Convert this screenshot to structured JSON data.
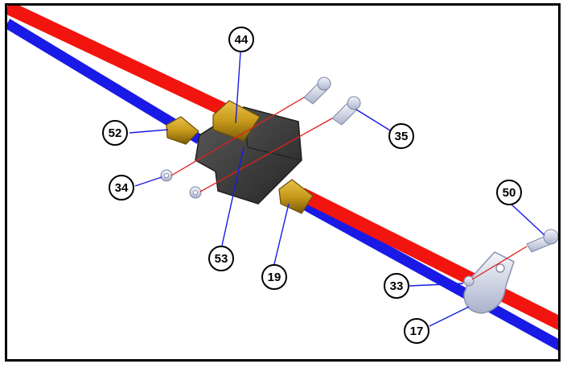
{
  "diagram": {
    "callouts": [
      {
        "id": "c44",
        "label": "44"
      },
      {
        "id": "c52",
        "label": "52"
      },
      {
        "id": "c34",
        "label": "34"
      },
      {
        "id": "c35",
        "label": "35"
      },
      {
        "id": "c53",
        "label": "53"
      },
      {
        "id": "c19",
        "label": "19"
      },
      {
        "id": "c50",
        "label": "50"
      },
      {
        "id": "c33",
        "label": "33"
      },
      {
        "id": "c17",
        "label": "17"
      }
    ],
    "colors": {
      "hose_red": "#f2140f",
      "hose_blue": "#1a1ae6",
      "block": "#3d3d3d",
      "brass": "#c89a1a",
      "bolt": "#d6dcf0",
      "leader_line": "#1a1ae6",
      "center_line": "#e0201a"
    }
  }
}
